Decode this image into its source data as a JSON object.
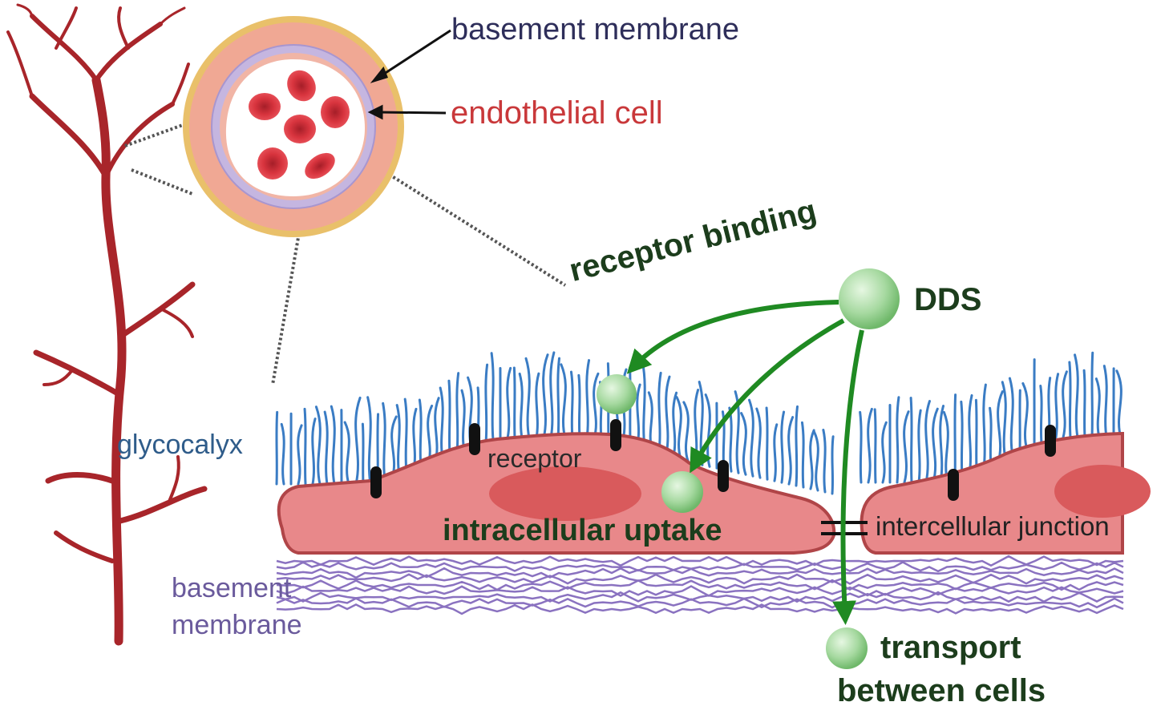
{
  "labels": {
    "basement_membrane_top": "basement membrane",
    "endothelial_cell": "endothelial cell",
    "glycocalyx": "glycocalyx",
    "receptor": "receptor",
    "receptor_binding": "receptor binding",
    "dds": "DDS",
    "intracellular_uptake": "intracellular uptake",
    "intercellular_junction": "intercellular junction",
    "basement_membrane_bottom": "basement\nmembrane",
    "transport": "transport",
    "between_cells": "between cells"
  },
  "colors": {
    "vessel": "#a8252a",
    "cell_fill": "#e8888a",
    "cell_outline": "#b04548",
    "nucleus": "#d95a5c",
    "glycocalyx": "#3a7cc4",
    "basement_fiber": "#8a72c0",
    "receptor": "#111111",
    "dds_particle": "#9fd49a",
    "arrow": "#1f8a22",
    "vessel_outer": "#e9c06a",
    "vessel_wall": "#f0a894",
    "vessel_membrane": "#c5b6e0",
    "rbc": "#d8343e"
  }
}
